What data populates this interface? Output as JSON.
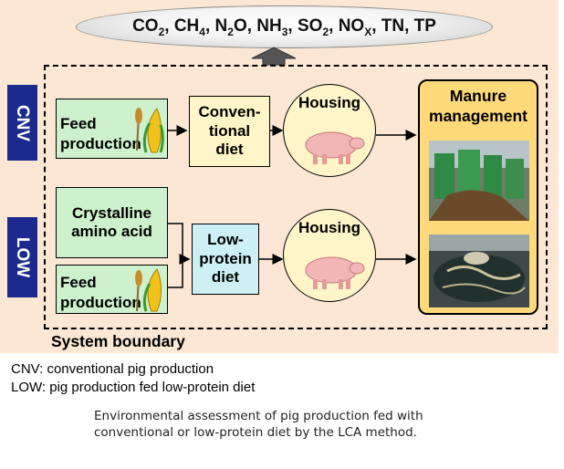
{
  "emissions": {
    "items": [
      "CO2",
      "CH4",
      "N2O",
      "NH3",
      "SO2",
      "NOX",
      "TN",
      "TP"
    ]
  },
  "side_labels": {
    "cnv": "CNV",
    "low": "LOW"
  },
  "cnv_row": {
    "feed": "Feed production",
    "diet": "Conven-tional diet",
    "housing": "Housing"
  },
  "low_row": {
    "amino": "Crystalline amino acid",
    "feed": "Feed production",
    "diet": "Low-protein diet",
    "housing": "Housing"
  },
  "manure": "Manure management",
  "boundary_label": "System boundary",
  "legend": {
    "cnv": "CNV: conventional pig production",
    "low": "LOW: pig production fed low-protein diet"
  },
  "note": {
    "line1": "Environmental assessment of pig production fed with",
    "line2": "conventional or low-protein diet by the LCA method."
  },
  "icons": [
    "corn-icon",
    "wheat-icon",
    "pig-icon",
    "manure-facility-photo",
    "manure-pit-photo"
  ],
  "colors": {
    "panel": "#fbe7d4",
    "side_label": "#1b2a8c",
    "green_box": "#cdf0cd",
    "yellow_box": "#fff5c8",
    "cyan_box": "#cdf0f5",
    "manure_box": "#ffd97a"
  }
}
